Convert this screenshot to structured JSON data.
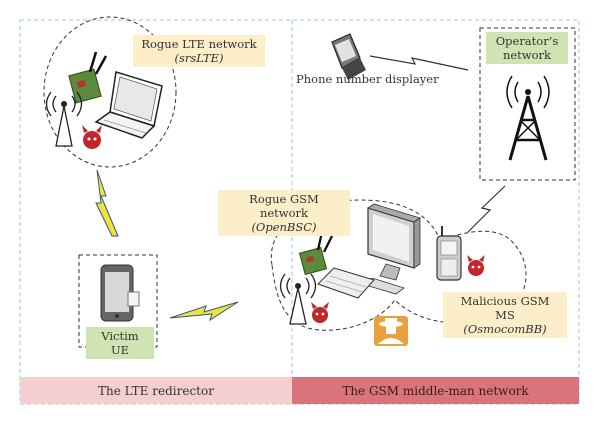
{
  "left_region": {
    "rogue_lte_title": "Rogue LTE network",
    "rogue_lte_sub": "(srsLTE)",
    "victim_ue": "Victim UE",
    "footer": "The LTE redirector"
  },
  "right_region": {
    "phone_number_displayer": "Phone number displayer",
    "operator_line1": "Operator’s",
    "operator_line2": "network",
    "rogue_gsm_title": "Rogue GSM network",
    "rogue_gsm_sub": "(OpenBSC)",
    "malicious_ms_title": "Malicious GSM MS",
    "malicious_ms_sub": "(OsmocomBB)",
    "footer": "The GSM middle-man network"
  },
  "colors": {
    "label_yellow": "#fbeec9",
    "label_green": "#cfe3b3",
    "lte_footer": "#f3cfcf",
    "gsm_footer": "#d9757a",
    "divider": "#7fc6c0",
    "lightning": "#f2e23a"
  },
  "icons": [
    "laptop-icon",
    "sdr-board-icon",
    "antenna-icon",
    "devil-icon",
    "lightning-icon",
    "flip-phone-icon",
    "cell-tower-icon",
    "smartphone-icon",
    "desktop-computer-icon",
    "keyboard-icon",
    "mobile-phone-icon",
    "spy-icon"
  ]
}
